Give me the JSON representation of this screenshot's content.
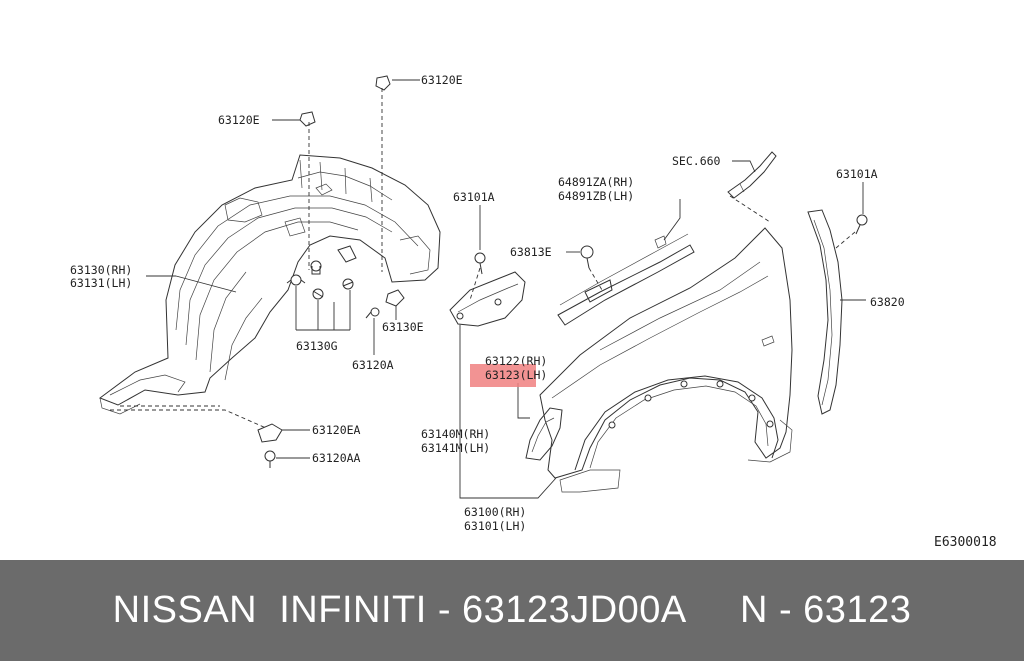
{
  "diagram": {
    "code": "E6300018",
    "highlight_color": "#f08080",
    "labels": {
      "l63120e_top": "63120E",
      "l63120e_left": "63120E",
      "l63101a_mid": "63101A",
      "l64891za": "64891ZA(RH)",
      "l64891zb": "64891ZB(LH)",
      "lsec660": "SEC.660",
      "l63101a_right": "63101A",
      "l63813e": "63813E",
      "l63130rh": "63130(RH)",
      "l63131lh": "63131(LH)",
      "l63130e": "63130E",
      "l63130g": "63130G",
      "l63120a": "63120A",
      "l63820": "63820",
      "l63122": "63122(RH)",
      "l63123": "63123(LH)",
      "l63140m": "63140M(RH)",
      "l63141m": "63141M(LH)",
      "l63120ea": "63120EA",
      "l63120aa": "63120AA",
      "l63100": "63100(RH)",
      "l63101": "63101(LH)"
    }
  },
  "footer": {
    "text": "NISSAN  INFINITI - 63123JD00A     N - 63123",
    "background": "#6b6b6b"
  }
}
